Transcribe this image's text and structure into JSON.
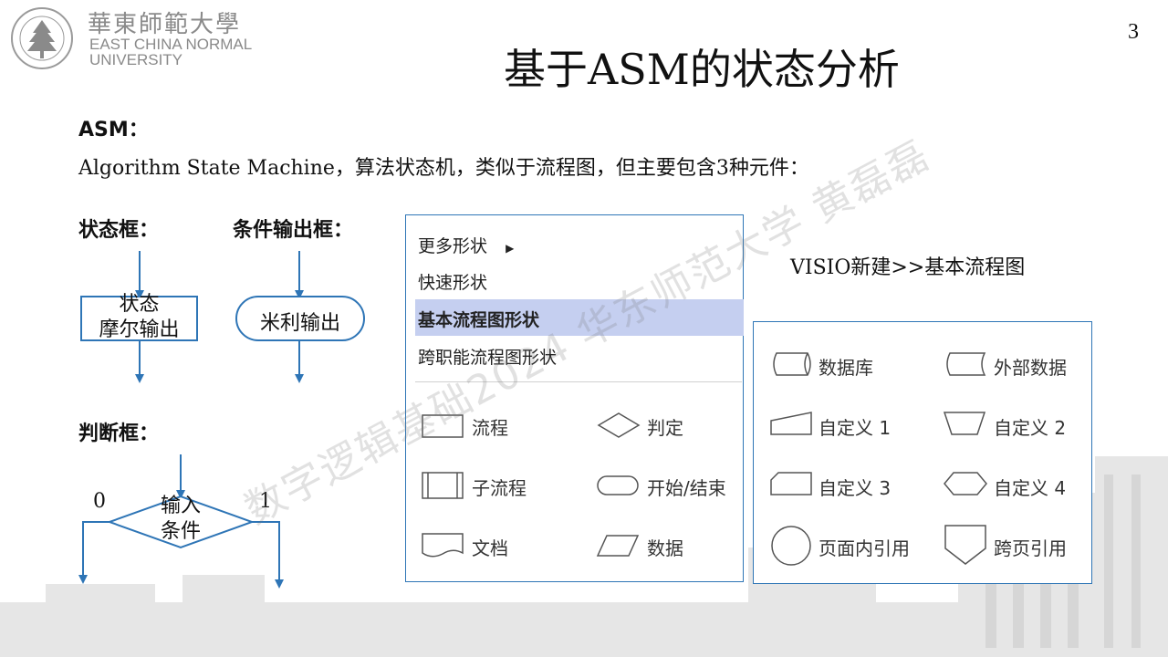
{
  "logo": {
    "cn": "華東師範大學",
    "en_line1": "EAST CHINA NORMAL",
    "en_line2": "UNIVERSITY"
  },
  "page_number": "3",
  "title": "基于ASM的状态分析",
  "asm_heading": "ASM：",
  "asm_desc": "Algorithm State Machine，算法状态机，类似于流程图，但主要包含3种元件：",
  "state_box": {
    "label": "状态框：",
    "line1": "状态",
    "line2": "摩尔输出"
  },
  "cond_output": {
    "label": "条件输出框：",
    "text": "米利输出"
  },
  "decision": {
    "label": "判断框：",
    "line1": "输入",
    "line2": "条件",
    "left": "0",
    "right": "1"
  },
  "visio_menu": {
    "items": [
      "更多形状",
      "快速形状",
      "基本流程图形状",
      "跨职能流程图形状"
    ],
    "shapes": [
      "流程",
      "判定",
      "子流程",
      "开始/结束",
      "文档",
      "数据"
    ]
  },
  "visio_note": "VISIO新建>>基本流程图",
  "right_shapes": [
    "数据库",
    "外部数据",
    "自定义 1",
    "自定义 2",
    "自定义 3",
    "自定义 4",
    "页面内引用",
    "跨页引用"
  ],
  "watermark": "数字逻辑基础2024 华东师范大学 黄磊磊",
  "colors": {
    "arrow": "#2e75b6",
    "panel_border": "#2e75b6",
    "highlight": "#c5cff0"
  }
}
